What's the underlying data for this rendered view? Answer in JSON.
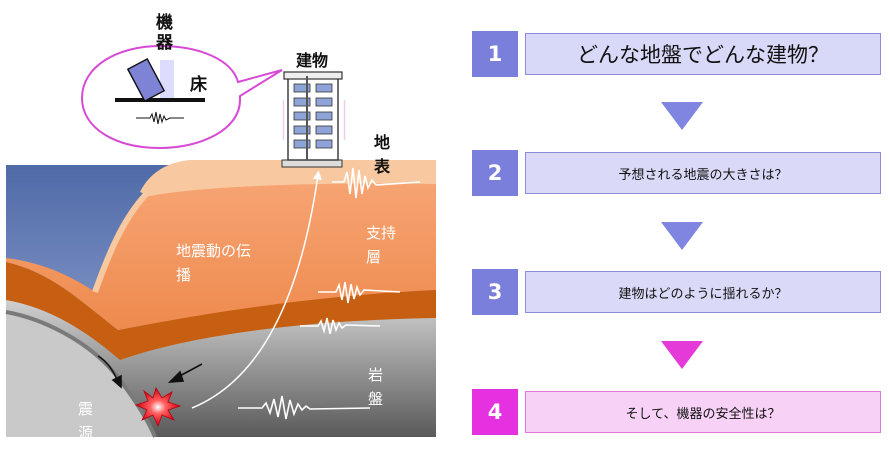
{
  "diagram": {
    "labels": {
      "equipment_line1": "機",
      "equipment_line2": "器",
      "floor": "床",
      "building": "建物",
      "surface_line1": "地",
      "surface_line2": "表",
      "propagation_line1": "地震動の伝",
      "propagation_line2": "播",
      "bearing_line1": "支持",
      "bearing_line2": "層",
      "bedrock_line1": "岩",
      "bedrock_line2": "盤",
      "source_line1": "震",
      "source_line2": "源"
    },
    "colors": {
      "sea": "#6f86b8",
      "surface_layer": "#f6c79a",
      "middle_layer": "#f2955e",
      "deep_layer": "#c55a10",
      "bedrock": "#a8a8a8",
      "bubble_border": "#d64ad6",
      "building_window": "#8ea4d8"
    }
  },
  "steps": [
    {
      "number": "1",
      "text": "どんな地盤でどんな建物？",
      "num_color": "#7b7fdc",
      "box_color": "#d8d8f8",
      "border": "#8c8cd8"
    },
    {
      "number": "2",
      "text": "予想される地震の大きさは？",
      "num_color": "#7b7fdc",
      "box_color": "#dadaf8",
      "border": "#8c8cd8"
    },
    {
      "number": "3",
      "text": "建物はどのように揺れるか？",
      "num_color": "#7b7fdc",
      "box_color": "#dadaf8",
      "border": "#8c8cd8"
    },
    {
      "number": "4",
      "text": "そして、機器の安全性は？",
      "num_color": "#e631e0",
      "box_color": "#f8d2f6",
      "border": "#e07ad8"
    }
  ],
  "arrow_colors": [
    "#7f85e0",
    "#7f85e0",
    "#e43ad8"
  ]
}
